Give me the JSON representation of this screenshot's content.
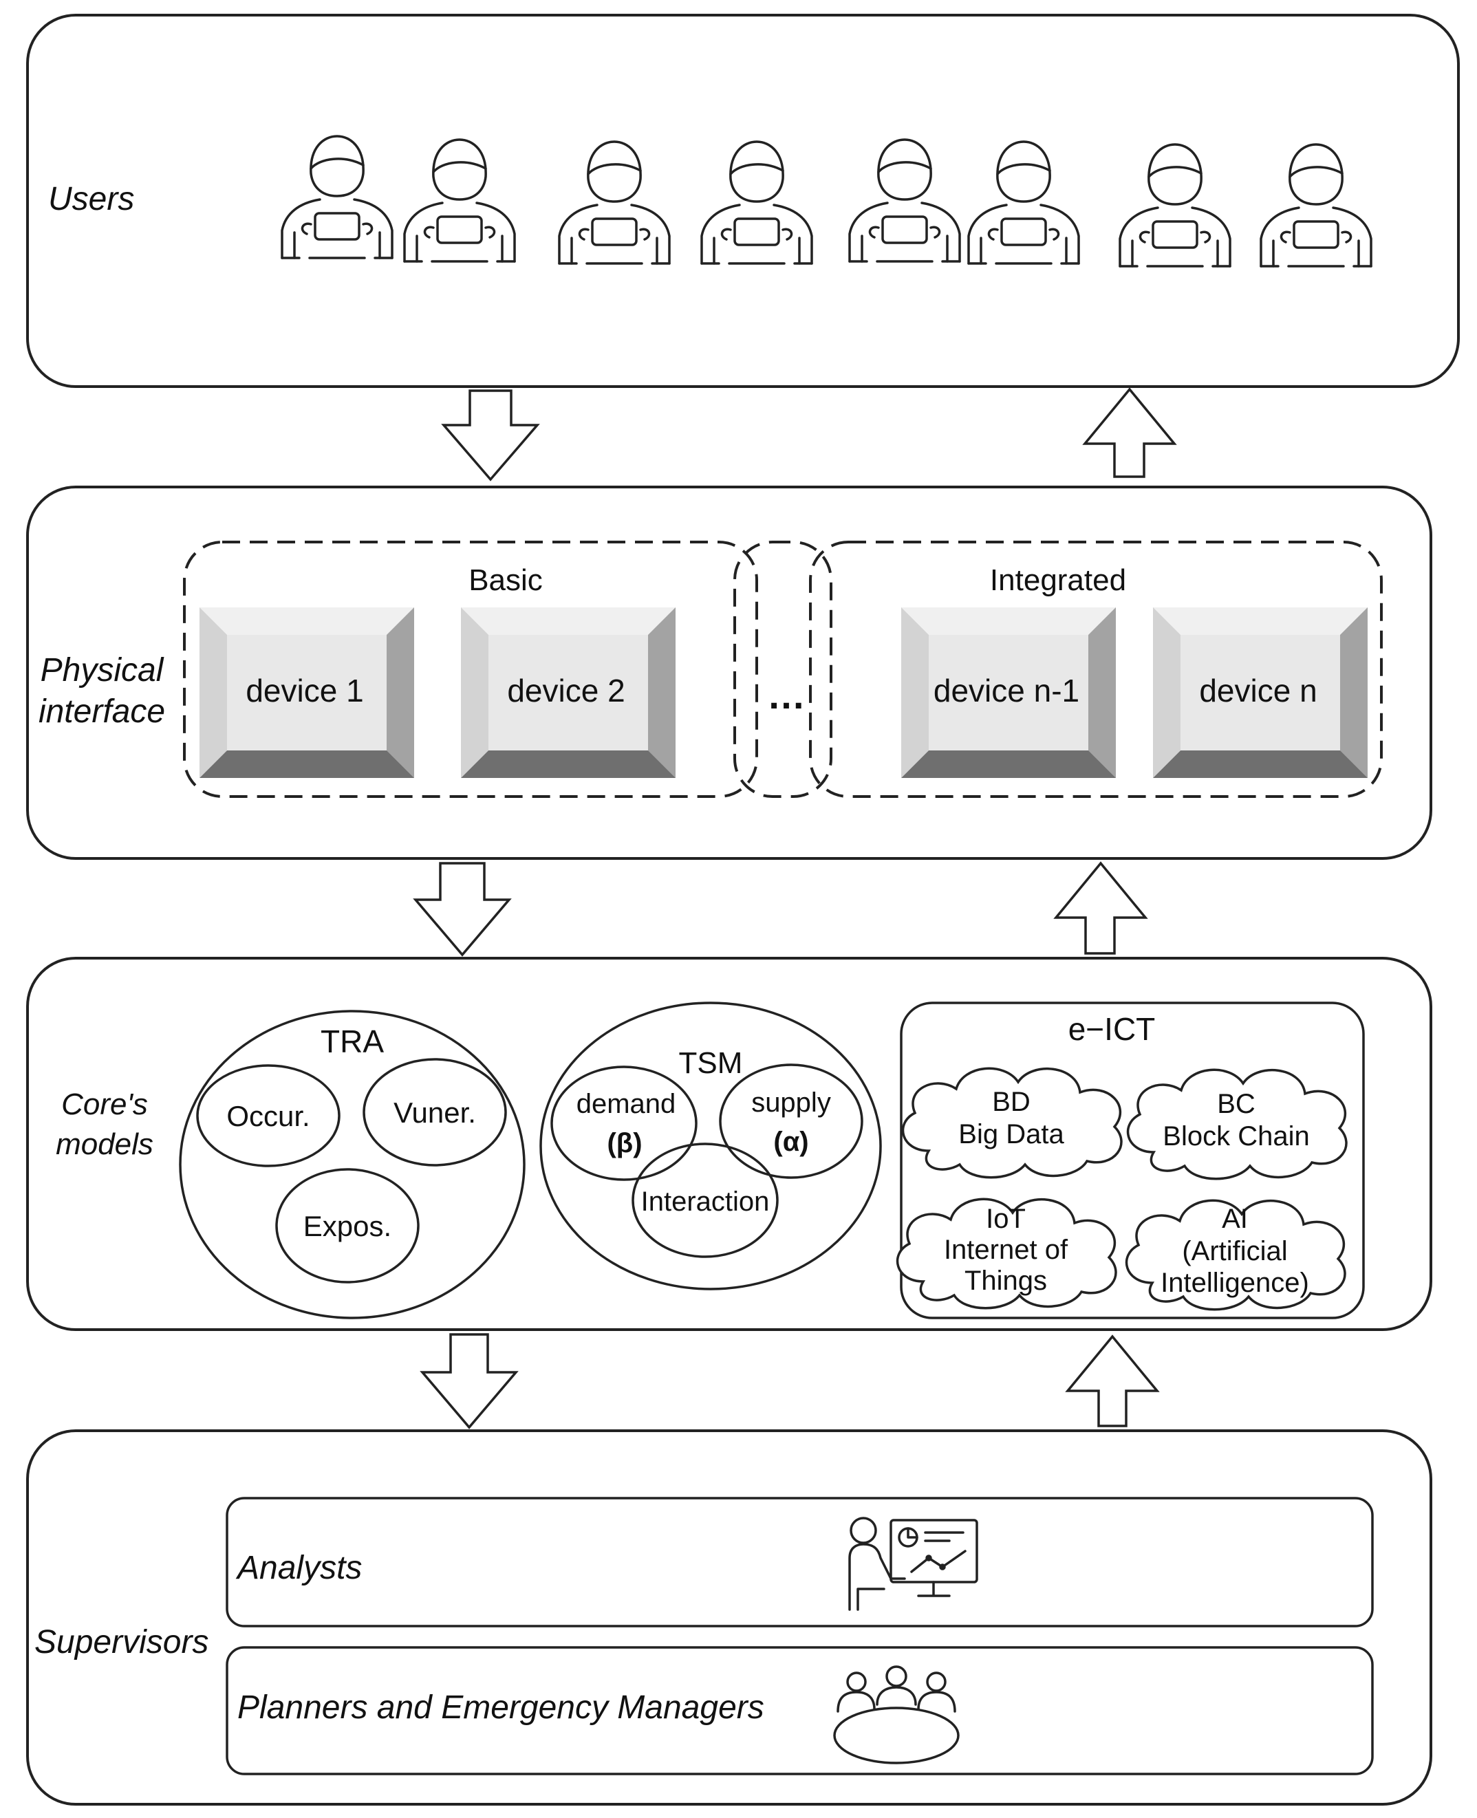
{
  "layers": {
    "users": {
      "label": "Users"
    },
    "physical": {
      "label_line1": "Physical",
      "label_line2": "interface"
    },
    "core": {
      "label_line1": "Core's",
      "label_line2": "models"
    },
    "supervisors": {
      "label": "Supervisors"
    }
  },
  "physical_interface": {
    "basic_title": "Basic",
    "integrated_title": "Integrated",
    "ellipsis": "…",
    "devices": [
      "device 1",
      "device 2",
      "device n-1",
      "device n"
    ]
  },
  "core_models": {
    "tra": {
      "title": "TRA",
      "parts": [
        "Occur.",
        "Vuner.",
        "Expos."
      ]
    },
    "tsm": {
      "title": "TSM",
      "demand": "demand",
      "demand_symbol": "(β)",
      "supply": "supply",
      "supply_symbol": "(α)",
      "interaction": "Interaction"
    },
    "eict": {
      "title": "e−ICT",
      "clouds": [
        {
          "line1": "BD",
          "line2": "Big Data",
          "line3": ""
        },
        {
          "line1": "BC",
          "line2": "Block Chain",
          "line3": ""
        },
        {
          "line1": "IoT",
          "line2": "Internet of",
          "line3": "Things"
        },
        {
          "line1": "AI",
          "line2": "(Artificial",
          "line3": "Intelligence)"
        }
      ]
    }
  },
  "supervisors": {
    "analysts": "Analysts",
    "planners": "Planners and Emergency Managers"
  },
  "icons": {
    "user": "user-with-device-icon",
    "analyst": "analyst-dashboard-icon",
    "meeting": "meeting-table-icon"
  }
}
